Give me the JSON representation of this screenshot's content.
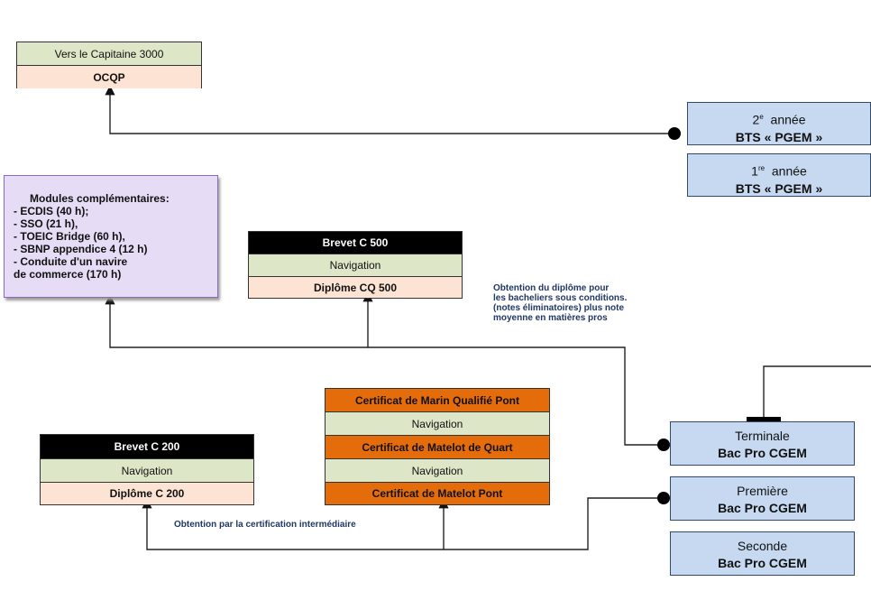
{
  "capitaine_box": {
    "title": "Vers le Capitaine 3000",
    "subtitle": "OCQP"
  },
  "bts_2": {
    "year": "2",
    "year_sup": "e",
    "year_word": "année",
    "name": "BTS « PGEM »"
  },
  "bts_1": {
    "year": "1",
    "year_sup": "re",
    "year_word": "année",
    "name": "BTS « PGEM »"
  },
  "modules": {
    "title": "Modules complémentaires:",
    "items": [
      "- ECDIS (40 h);",
      "- SSO (21 h),",
      "- TOEIC Bridge (60 h),",
      "- SBNP appendice 4 (12 h)",
      "- Conduite d'un navire",
      "de commerce (170 h)"
    ]
  },
  "brevet_c500": {
    "title": "Brevet C 500",
    "domain": "Navigation",
    "diploma": "Diplôme CQ 500"
  },
  "note_bacheliers": [
    "Obtention  du diplôme pour",
    "les  bacheliers sous conditions.",
    "(notes éliminatoires) plus note",
    "moyenne en matières pros"
  ],
  "certificats": {
    "marin": "Certificat de Marin Qualifié Pont",
    "nav1": "Navigation",
    "matelot_quart": "Certificat de Matelot de Quart",
    "nav2": "Navigation",
    "matelot_pont": "Certificat de Matelot Pont"
  },
  "brevet_c200": {
    "title": "Brevet C 200",
    "domain": "Navigation",
    "diploma": "Diplôme C 200"
  },
  "note_certification": "Obtention par la certification intermédiaire",
  "terminale": {
    "line1": "Terminale",
    "line2": "Bac Pro CGEM"
  },
  "premiere": {
    "line1": "Première",
    "line2": "Bac Pro CGEM"
  },
  "seconde": {
    "line1": "Seconde",
    "line2": "Bac Pro  CGEM"
  }
}
